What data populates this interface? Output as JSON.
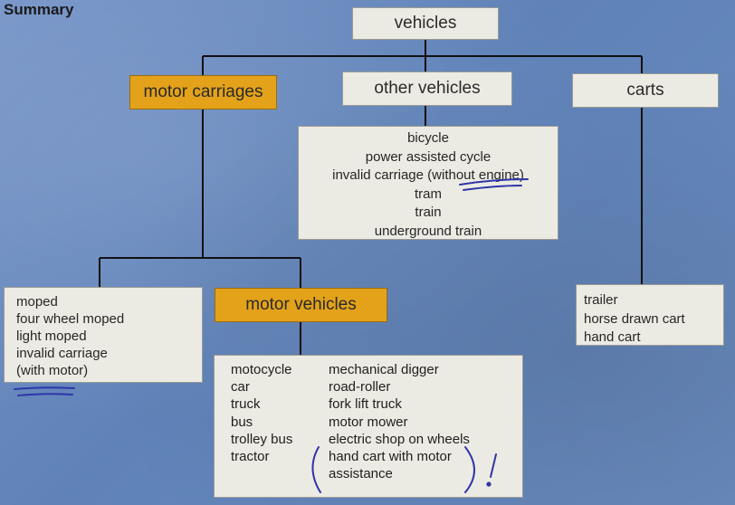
{
  "title": "Summary",
  "root": {
    "label": "vehicles"
  },
  "motor_carriages": {
    "label": "motor carriages",
    "items": [
      "moped",
      "four wheel moped",
      "light moped",
      "invalid carriage",
      "(with motor)"
    ]
  },
  "other_vehicles": {
    "label": "other vehicles",
    "items": [
      "bicycle",
      "power assisted cycle",
      "invalid carriage (without engine)",
      "tram",
      "train",
      "underground train"
    ]
  },
  "carts": {
    "label": "carts",
    "items": [
      "trailer",
      "horse drawn cart",
      "hand cart"
    ]
  },
  "motor_vehicles": {
    "label": "motor vehicles",
    "items_left": [
      "motocycle",
      "car",
      "truck",
      "bus",
      "trolley bus",
      "tractor"
    ],
    "items_right": [
      "mechanical digger",
      "road-roller",
      "fork lift truck",
      "motor mower",
      "electric shop on wheels",
      "hand cart with motor",
      "assistance"
    ]
  },
  "colors": {
    "highlight": "#e3a21a",
    "box": "#ecebe3",
    "line": "#111111",
    "ink": "#2f35a8"
  }
}
